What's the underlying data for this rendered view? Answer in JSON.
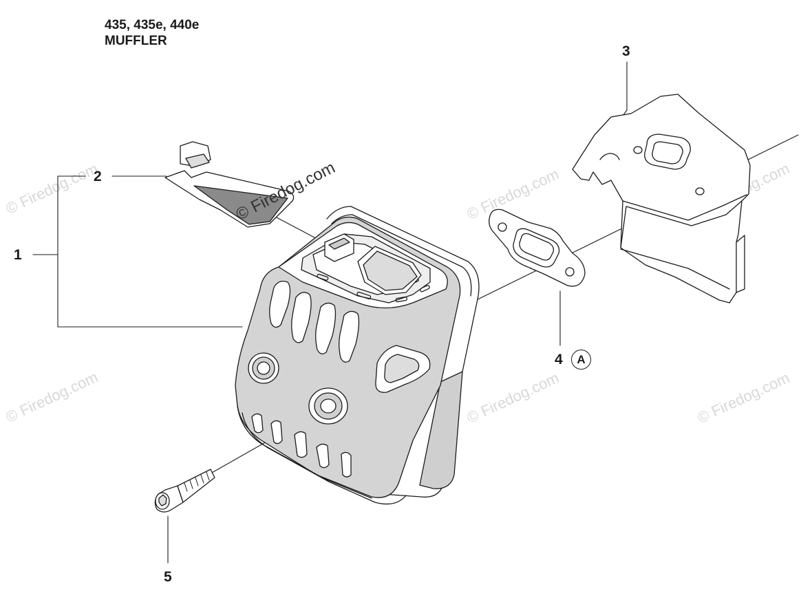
{
  "header": {
    "models": "435, 435e, 440e",
    "section": "MUFFLER"
  },
  "callouts": {
    "part_1": "1",
    "part_2": "2",
    "part_3": "3",
    "part_4": "4",
    "part_4_ref": "A",
    "part_5": "5"
  },
  "watermark": {
    "text": "© Firedog.com"
  },
  "colors": {
    "line": "#1a1a1a",
    "shade_light": "#d9d9d9",
    "shade_mid": "#c4c4c4",
    "screen": "#8a8a8a",
    "watermark": "#d8d8d8"
  }
}
